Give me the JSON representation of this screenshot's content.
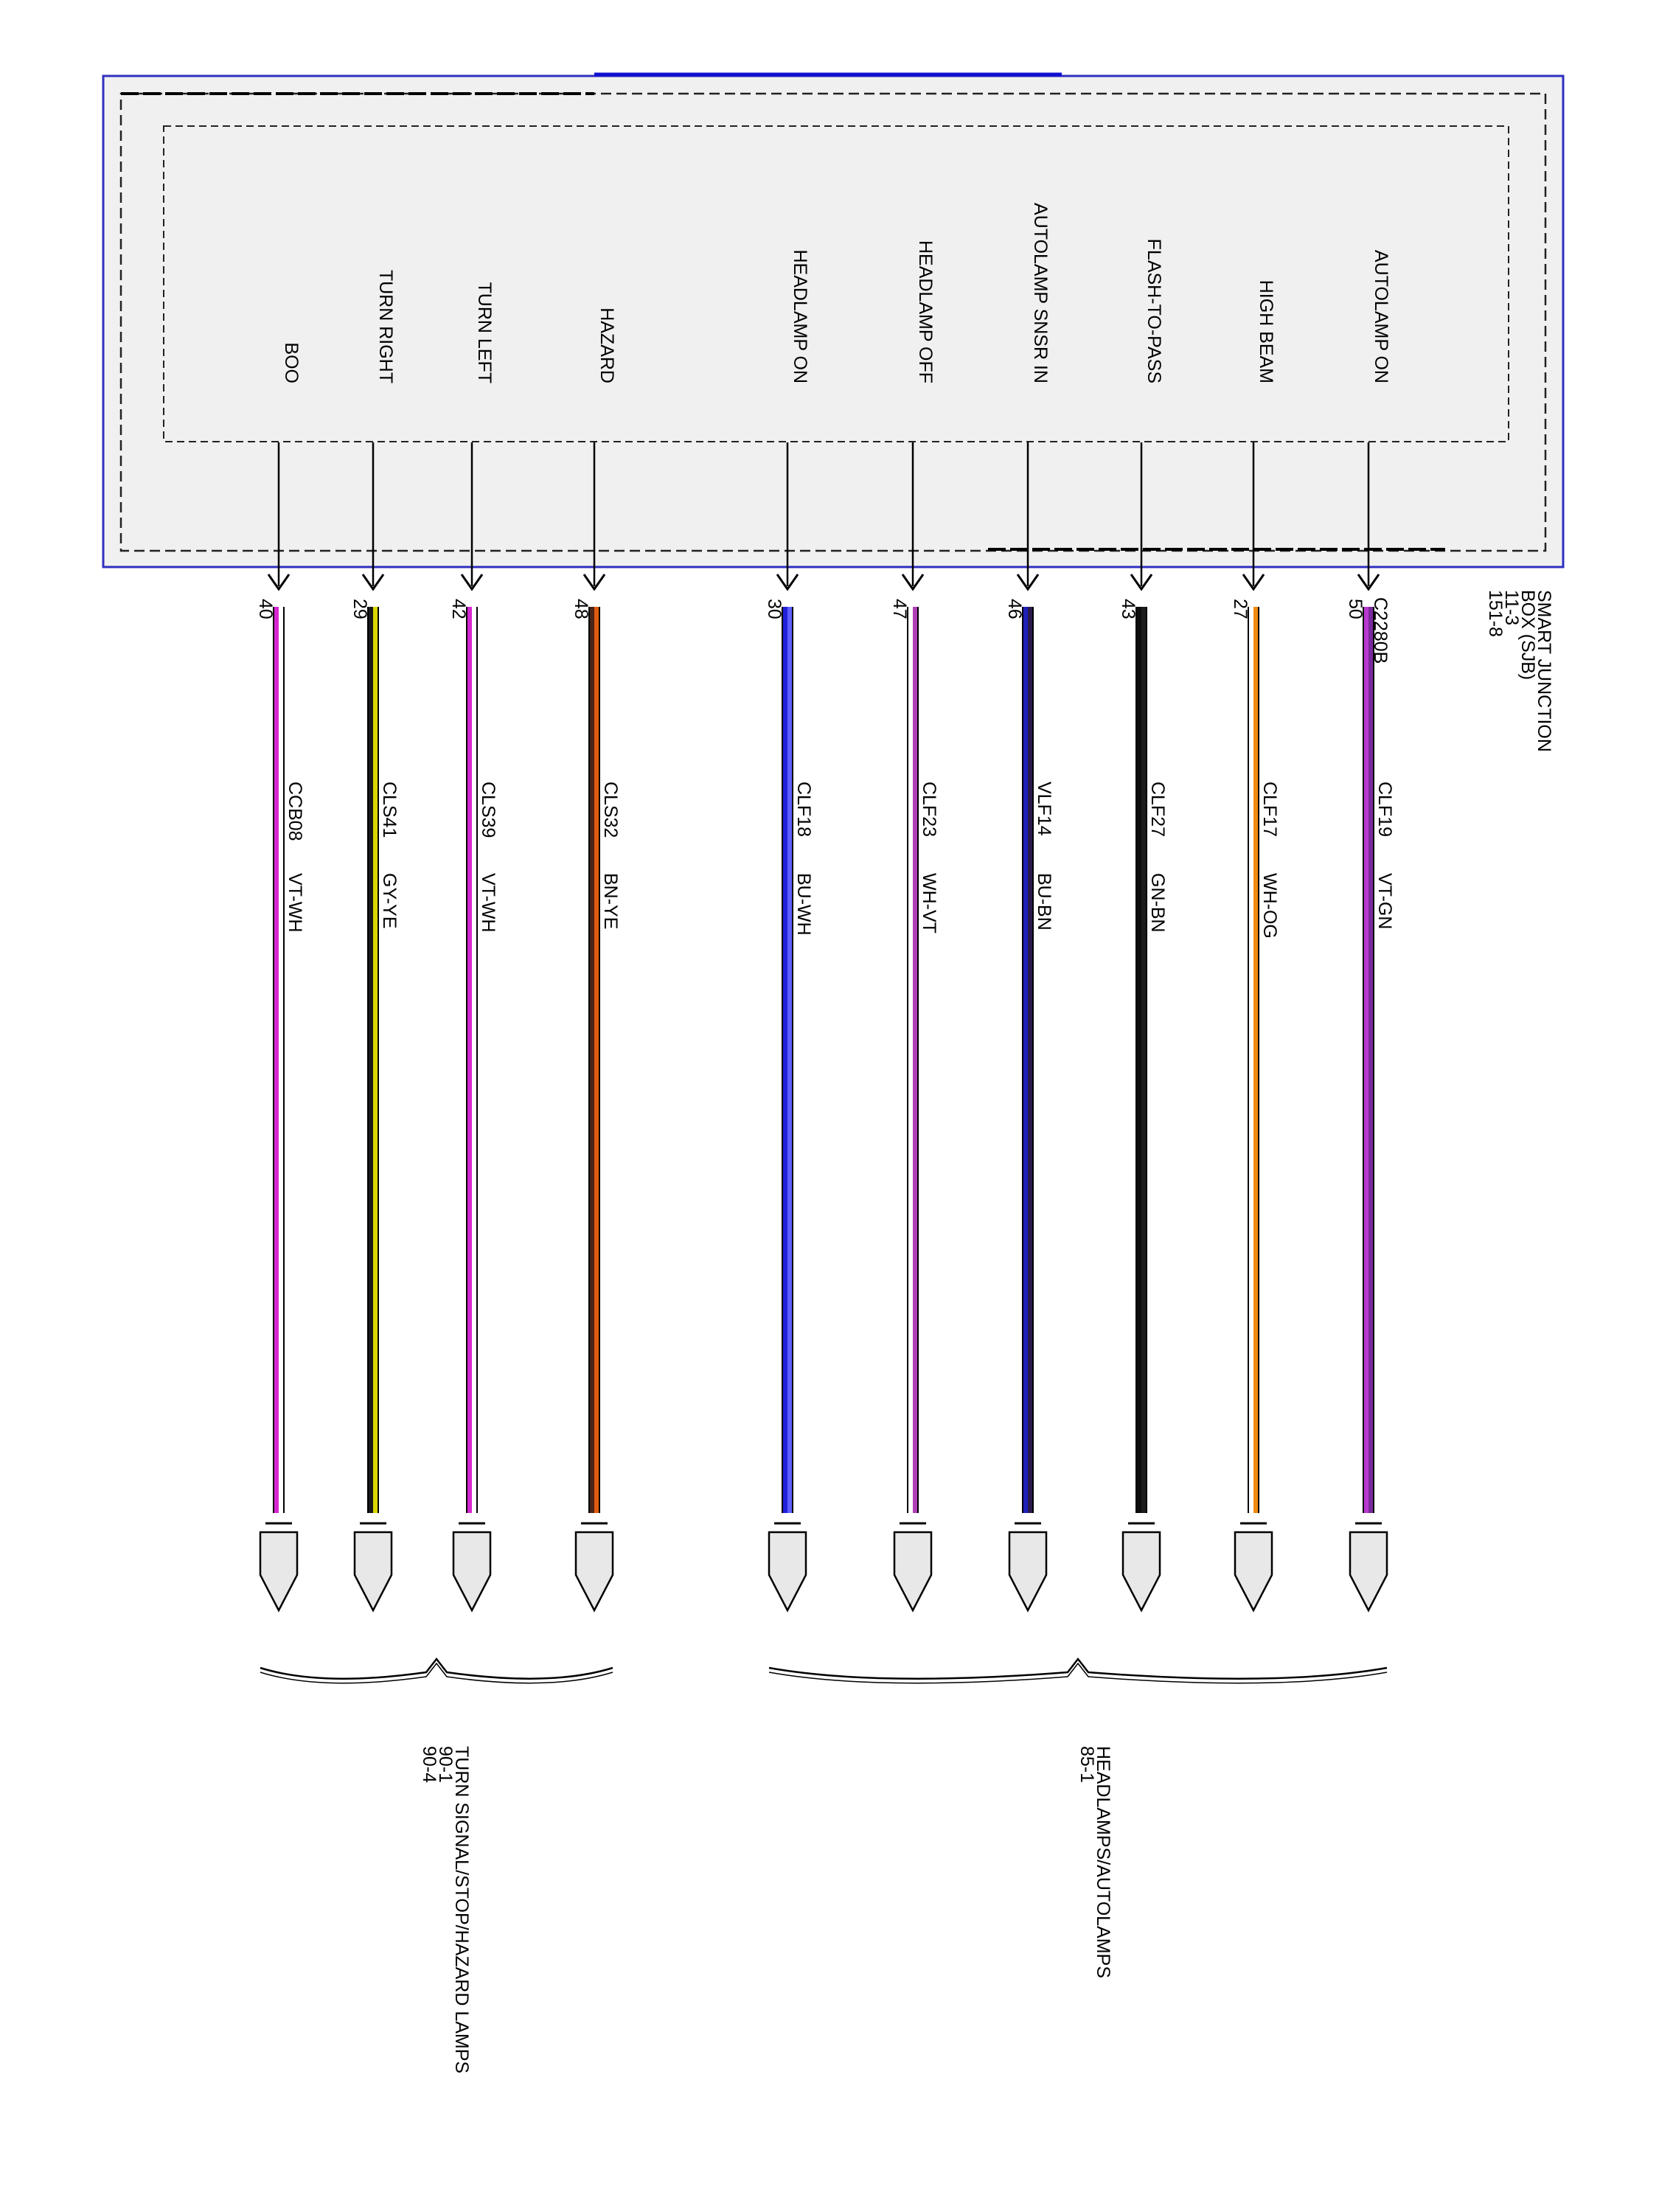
{
  "module": {
    "name_lines": [
      "SMART JUNCTION",
      "BOX (SJB)",
      "11-3",
      "151-8"
    ],
    "connector": "C2280B"
  },
  "circuits": [
    {
      "signal": "BOO",
      "pin": "40",
      "circuit": "CCB08",
      "color_code": "VT-WH",
      "colors": [
        "#d628d2",
        "#ffffff"
      ]
    },
    {
      "signal": "TURN RIGHT",
      "pin": "29",
      "circuit": "CLS41",
      "color_code": "GY-YE",
      "colors": [
        "#1a1a1a",
        "#d8d800"
      ]
    },
    {
      "signal": "TURN LEFT",
      "pin": "42",
      "circuit": "CLS39",
      "color_code": "VT-WH",
      "colors": [
        "#d628d2",
        "#ffffff"
      ]
    },
    {
      "signal": "HAZARD",
      "pin": "48",
      "circuit": "CLS32",
      "color_code": "BN-YE",
      "colors": [
        "#4a2418",
        "#e05a10"
      ]
    },
    {
      "signal": "HEADLAMP ON",
      "pin": "30",
      "circuit": "CLF18",
      "color_code": "BU-WH",
      "colors": [
        "#2020dc",
        "#6060ff"
      ]
    },
    {
      "signal": "HEADLAMP OFF",
      "pin": "47",
      "circuit": "CLF23",
      "color_code": "WH-VT",
      "colors": [
        "#ffffff",
        "#b040b8"
      ]
    },
    {
      "signal": "AUTOLAMP SNSR IN",
      "pin": "46",
      "circuit": "VLF14",
      "color_code": "BU-BN",
      "colors": [
        "#2020b8",
        "#2a1a4a"
      ]
    },
    {
      "signal": "FLASH-TO-PASS",
      "pin": "43",
      "circuit": "CLF27",
      "color_code": "GN-BN",
      "colors": [
        "#0c0c0c",
        "#1c1c1c"
      ]
    },
    {
      "signal": "HIGH BEAM",
      "pin": "27",
      "circuit": "CLF17",
      "color_code": "WH-OG",
      "colors": [
        "#ffffff",
        "#f08a10"
      ]
    },
    {
      "signal": "AUTOLAMP ON",
      "pin": "50",
      "circuit": "CLF19",
      "color_code": "VT-GN",
      "colors": [
        "#b83ad0",
        "#7a2a9a"
      ]
    }
  ],
  "destinations": [
    {
      "lines": [
        "TURN SIGNAL/STOP/HAZARD LAMPS",
        "90-1",
        "90-4"
      ],
      "first": 0,
      "last": 3
    },
    {
      "lines": [
        "HEADLAMPS/AUTOLAMPS",
        "85-1"
      ],
      "first": 4,
      "last": 9
    }
  ]
}
